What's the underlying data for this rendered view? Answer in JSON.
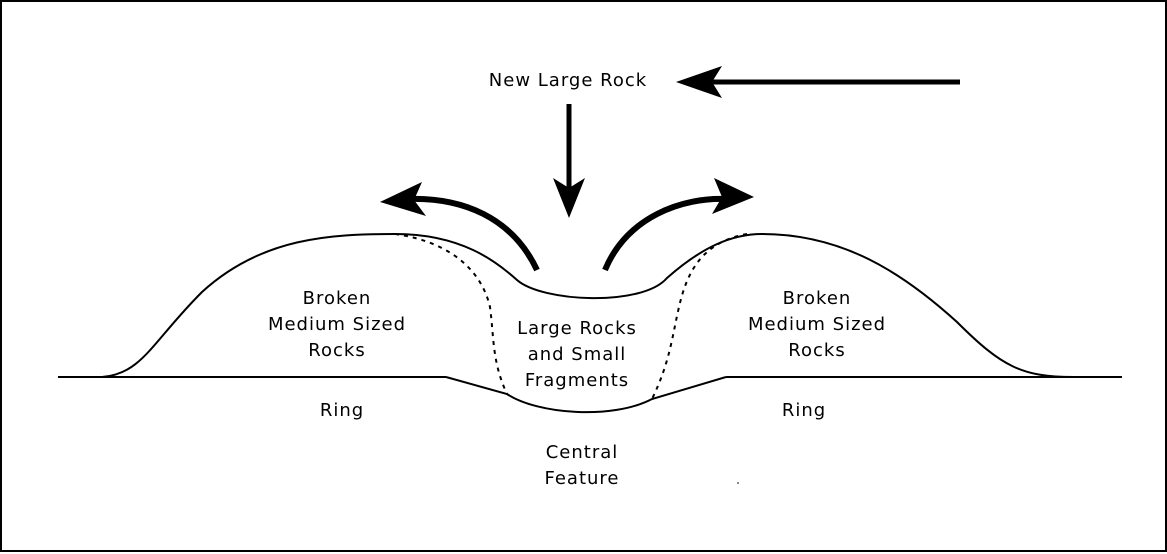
{
  "labels": {
    "new_rock": "New Large Rock",
    "left_mound": "Broken\nMedium Sized\nRocks",
    "center_fill": "Large Rocks\nand Small\nFragments",
    "right_mound": "Broken\nMedium Sized\nRocks",
    "left_ring": "Ring",
    "right_ring": "Ring",
    "central_feature": "Central\nFeature"
  }
}
